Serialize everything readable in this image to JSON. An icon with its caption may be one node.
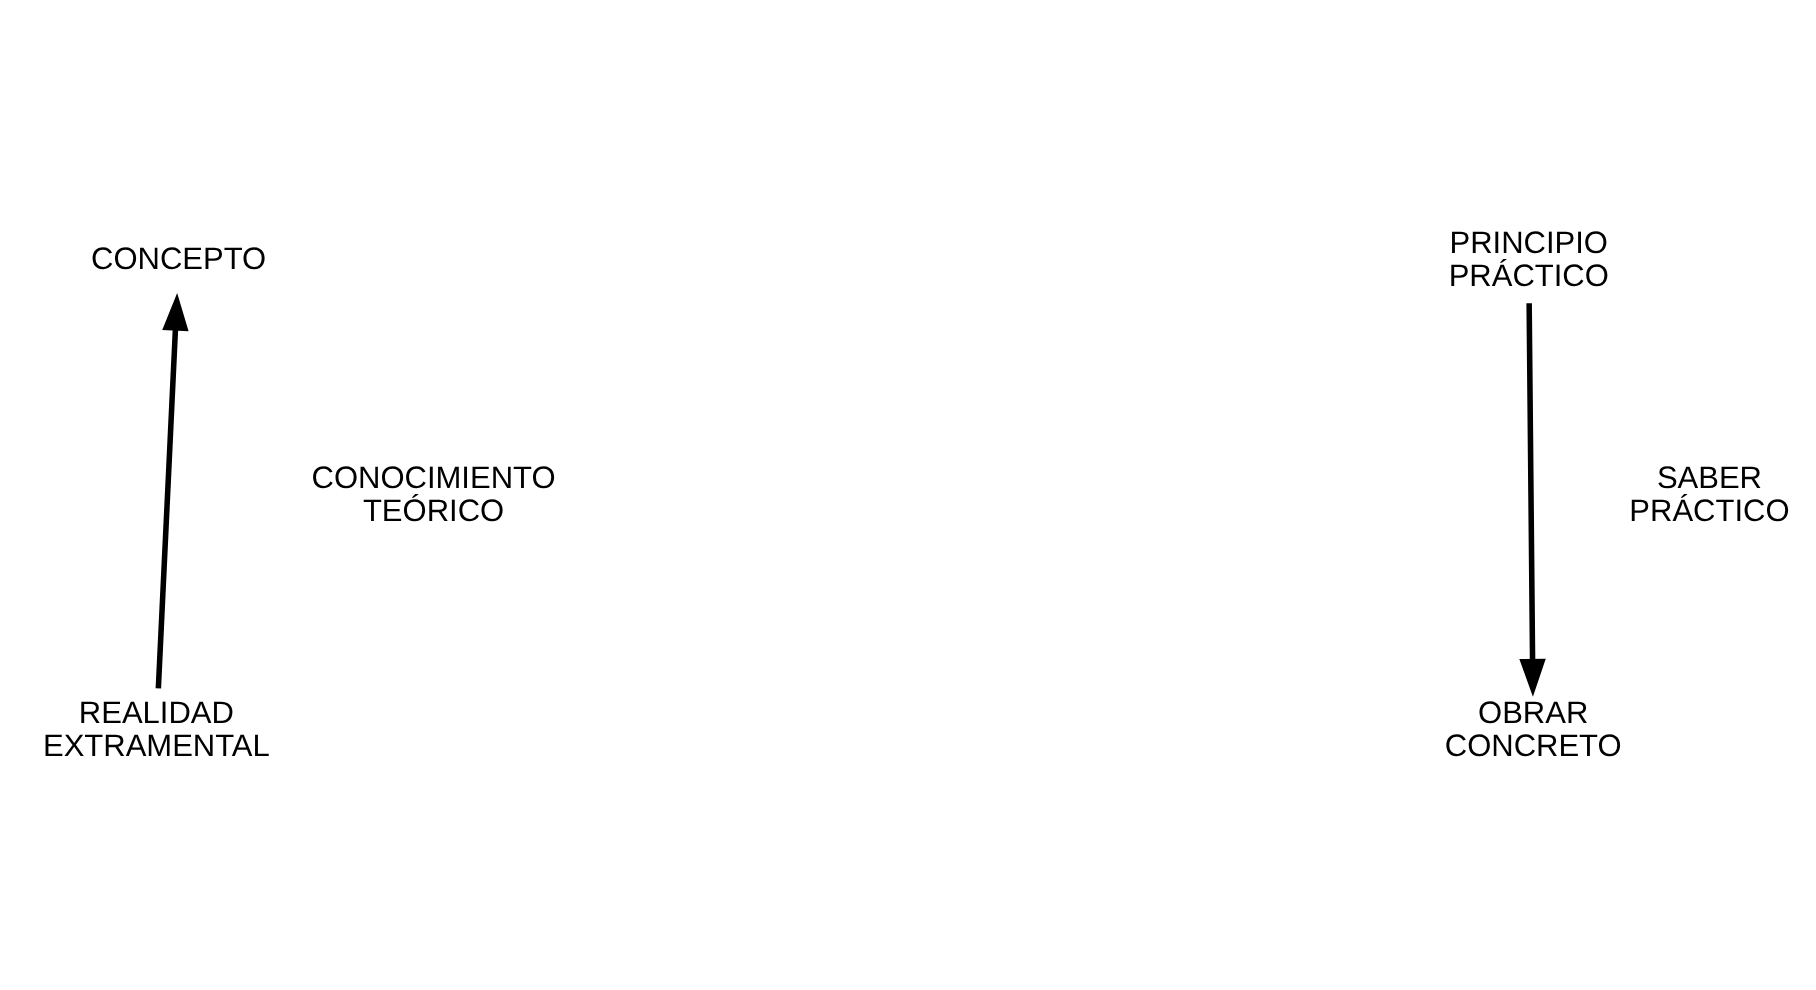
{
  "diagram": {
    "nodes": [
      {
        "text": [
          "CONCEPTO"
        ]
      },
      {
        "text": [
          "PRINCIPIO PRÁCTICO"
        ]
      },
      {
        "text": [
          "REALIDAD EXTRAMENTAL"
        ]
      },
      {
        "text": [
          "OBRAR CONCRETO"
        ]
      }
    ],
    "edges": [
      {
        "from": 2,
        "to": 0,
        "arrow": "to",
        "label": "CONOCIMIENTO TEÓRICO"
      },
      {
        "from": 1,
        "to": 3,
        "arrow": "to",
        "label": "SABER PRÁCTICO"
      }
    ]
  }
}
